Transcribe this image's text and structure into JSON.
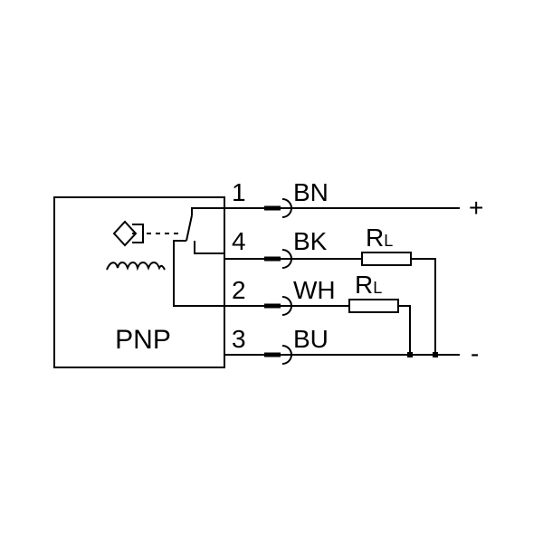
{
  "sensor": {
    "type_label": "PNP"
  },
  "pins": [
    {
      "number": "1",
      "color": "BN"
    },
    {
      "number": "4",
      "color": "BK"
    },
    {
      "number": "2",
      "color": "WH"
    },
    {
      "number": "3",
      "color": "BU"
    }
  ],
  "supply": {
    "plus": "+",
    "minus": "-"
  },
  "loads": [
    {
      "main": "R",
      "sub": "L"
    },
    {
      "main": "R",
      "sub": "L"
    }
  ]
}
